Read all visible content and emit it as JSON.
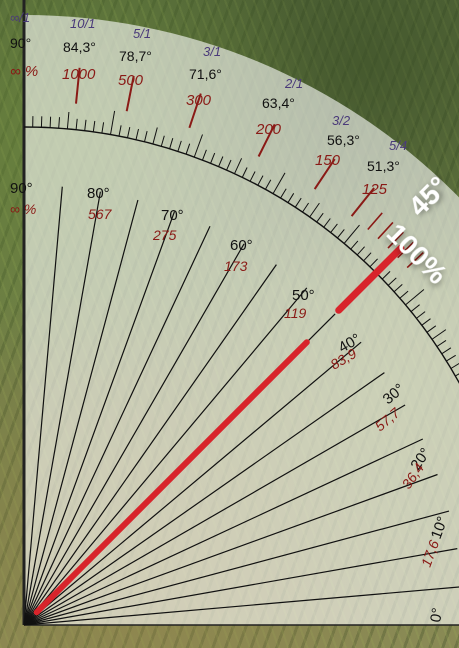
{
  "ratio_scale": [
    {
      "ratio": "∞/1",
      "deg": "90°",
      "pct": "∞ %"
    },
    {
      "ratio": "10/1",
      "deg": "84,3°",
      "pct": "1000"
    },
    {
      "ratio": "5/1",
      "deg": "78,7°",
      "pct": "500"
    },
    {
      "ratio": "3/1",
      "deg": "71,6°",
      "pct": "300"
    },
    {
      "ratio": "2/1",
      "deg": "63,4°",
      "pct": "200"
    },
    {
      "ratio": "3/2",
      "deg": "56,3°",
      "pct": "150"
    },
    {
      "ratio": "5/4",
      "deg": "51,3°",
      "pct": "125"
    }
  ],
  "angle_scale": [
    {
      "deg": "90°",
      "pct": "∞ %"
    },
    {
      "deg": "80°",
      "pct": "567"
    },
    {
      "deg": "70°",
      "pct": "275"
    },
    {
      "deg": "60°",
      "pct": "173"
    },
    {
      "deg": "50°",
      "pct": "119"
    },
    {
      "deg": "40°",
      "pct": "83,9"
    },
    {
      "deg": "30°",
      "pct": "57,7"
    },
    {
      "deg": "20°",
      "pct": "36,4"
    },
    {
      "deg": "10°",
      "pct": "17,6"
    },
    {
      "deg": "0°",
      "pct": ""
    }
  ],
  "reading": {
    "deg": "45°",
    "pct": "100%"
  },
  "colors": {
    "accent": "#d8242b",
    "dark_red": "#8a1a16",
    "ink": "#111111",
    "panel": "#ffffff"
  }
}
